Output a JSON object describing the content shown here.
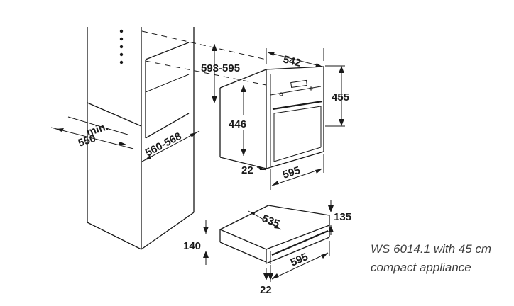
{
  "dimensions": {
    "niche_depth_min_label": "min.",
    "niche_depth_min_value": "550",
    "niche_height": "593-595",
    "niche_width": "560-568",
    "oven_width": "542",
    "oven_height_total": "455",
    "oven_height_body": "446",
    "oven_depth": "595",
    "oven_panel_depth": "22",
    "drawer_width": "535",
    "drawer_height_right": "135",
    "drawer_height_left": "140",
    "drawer_depth": "595",
    "drawer_panel_depth": "22"
  },
  "caption": {
    "line1": "WS 6014.1 with 45 cm",
    "line2": "compact appliance"
  }
}
